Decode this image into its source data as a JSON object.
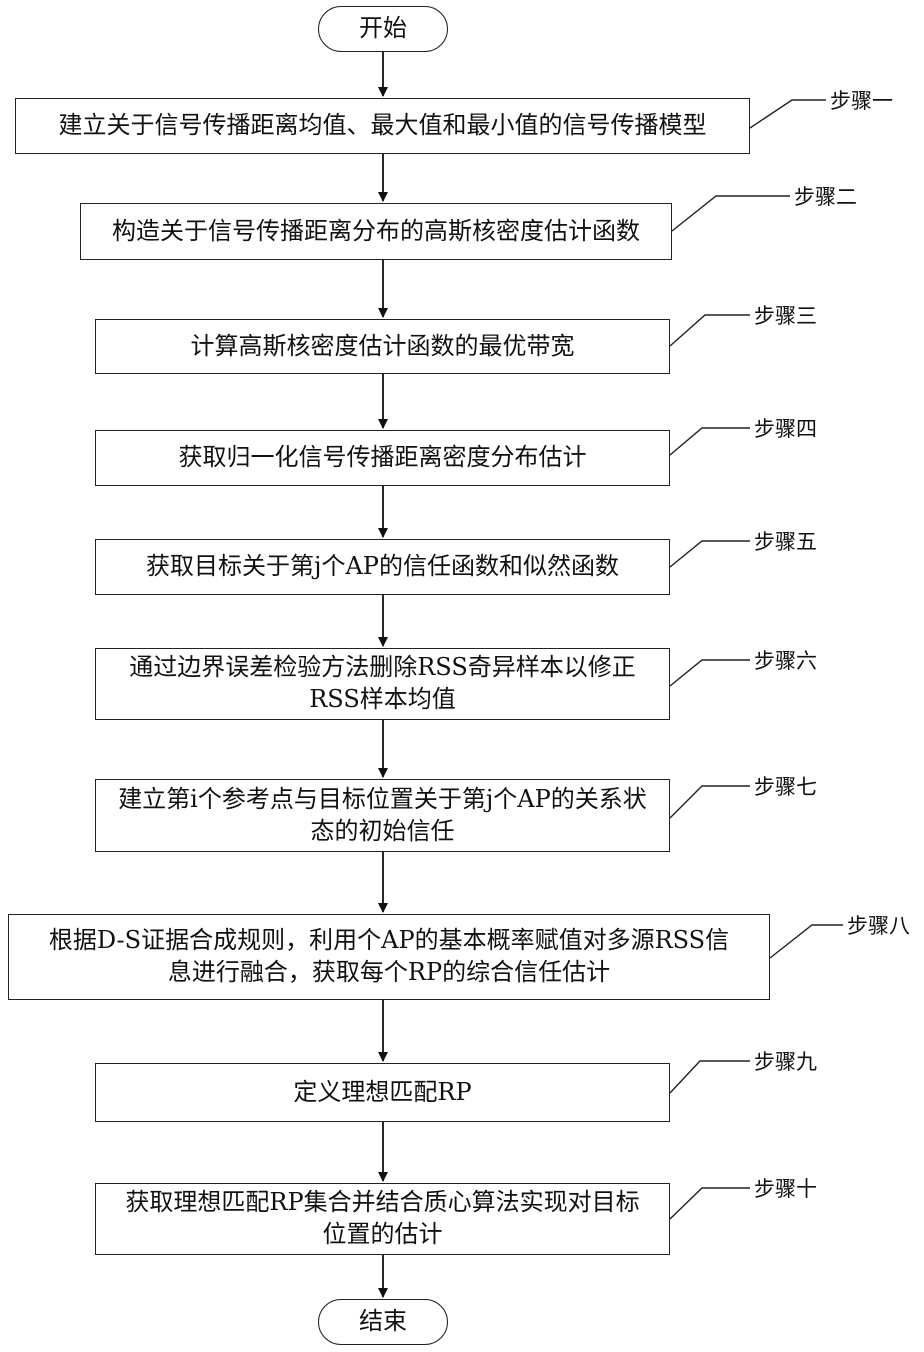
{
  "start": "开始",
  "end": "结束",
  "steps": [
    {
      "label": "步骤一",
      "text": "建立关于信号传播距离均值、最大值和最小值的信号传播模型"
    },
    {
      "label": "步骤二",
      "text": "构造关于信号传播距离分布的高斯核密度估计函数"
    },
    {
      "label": "步骤三",
      "text": "计算高斯核密度估计函数的最优带宽"
    },
    {
      "label": "步骤四",
      "text": "获取归一化信号传播距离密度分布估计"
    },
    {
      "label": "步骤五",
      "text": "获取目标关于第j个AP的信任函数和似然函数"
    },
    {
      "label": "步骤六",
      "text": "通过边界误差检验方法删除RSS奇异样本以修正\nRSS样本均值"
    },
    {
      "label": "步骤七",
      "text": "建立第i个参考点与目标位置关于第j个AP的关系状\n态的初始信任"
    },
    {
      "label": "步骤八",
      "text": "根据D-S证据合成规则，利用个AP的基本概率赋值对多源RSS信\n息进行融合，获取每个RP的综合信任估计"
    },
    {
      "label": "步骤九",
      "text": "定义理想匹配RP"
    },
    {
      "label": "步骤十",
      "text": "获取理想匹配RP集合并结合质心算法实现对目标\n位置的估计"
    }
  ]
}
